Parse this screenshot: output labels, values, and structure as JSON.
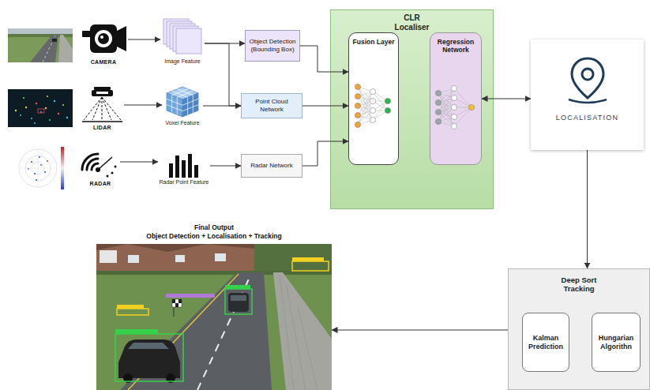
{
  "diagram": {
    "nodes": [
      {
        "text": [
          "CAMERA"
        ]
      },
      {
        "text": [
          "Image Feature"
        ]
      },
      {
        "text": [
          "Object Detection (Bounding Box)"
        ]
      },
      {
        "text": [
          "LIDAR"
        ]
      },
      {
        "text": [
          "Voxel Feature"
        ]
      },
      {
        "text": [
          "Point Cloud Network"
        ]
      },
      {
        "text": [
          "RADAR"
        ]
      },
      {
        "text": [
          "Radar Point Feature"
        ]
      },
      {
        "text": [
          "Radar Network"
        ]
      },
      {
        "text": [
          "CLR Localiser"
        ]
      },
      {
        "text": [
          "Fusion Layer"
        ],
        "in": 9
      },
      {
        "text": [
          "Regression Network"
        ],
        "in": 9
      },
      {
        "text": [
          "LOCALISATION"
        ]
      },
      {
        "text": [
          "Deep Sort Tracking"
        ]
      },
      {
        "text": [
          "Kalman Prediction"
        ],
        "in": 13
      },
      {
        "text": [
          "Hungarian Algorithn"
        ],
        "in": 13
      },
      {
        "text": [
          "Final Output",
          "Object Detection + Localisation + Tracking"
        ]
      }
    ],
    "edges": [
      {
        "from": 0,
        "to": 1,
        "arrow": "to"
      },
      {
        "from": 1,
        "to": 2,
        "arrow": "to"
      },
      {
        "from": 1,
        "to": 5,
        "arrow": "to"
      },
      {
        "from": 3,
        "to": 4,
        "arrow": "to"
      },
      {
        "from": 4,
        "to": 5,
        "arrow": "to"
      },
      {
        "from": 6,
        "to": 7,
        "arrow": "to"
      },
      {
        "from": 7,
        "to": 8,
        "arrow": "to"
      },
      {
        "from": 2,
        "to": 10,
        "arrow": "to"
      },
      {
        "from": 5,
        "to": 10,
        "arrow": "to"
      },
      {
        "from": 8,
        "to": 10,
        "arrow": "to"
      },
      {
        "from": 11,
        "to": 12,
        "arrow": "both"
      },
      {
        "from": 12,
        "to": 13,
        "arrow": "to"
      },
      {
        "from": 13,
        "to": 16,
        "arrow": "to"
      }
    ]
  }
}
